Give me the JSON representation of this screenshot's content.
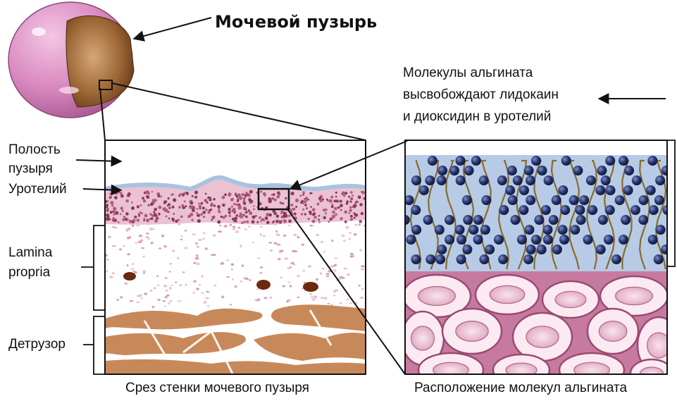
{
  "title": "Мочевой пузырь",
  "alginate_note": [
    "Молекулы альгината",
    "высвобождают лидокаин",
    "и диоксидин в уротелий"
  ],
  "layers": {
    "cavity": [
      "Полость",
      "пузыря"
    ],
    "urothelium": "Уротелий",
    "lamina": [
      "Lamina",
      "propria"
    ],
    "detrusor": "Детрузор"
  },
  "captions": {
    "left": "Срез стенки мочевого пузыря",
    "right": "Расположение молекул альгината"
  },
  "colors": {
    "bladder_pink": "#d987bf",
    "inner_brown": "#8b5a2b",
    "urothelium_blue": "#a9c3de",
    "muscle": "#c8895a",
    "molecule": "#22306a",
    "cell_pink": "#e9b7cd"
  }
}
